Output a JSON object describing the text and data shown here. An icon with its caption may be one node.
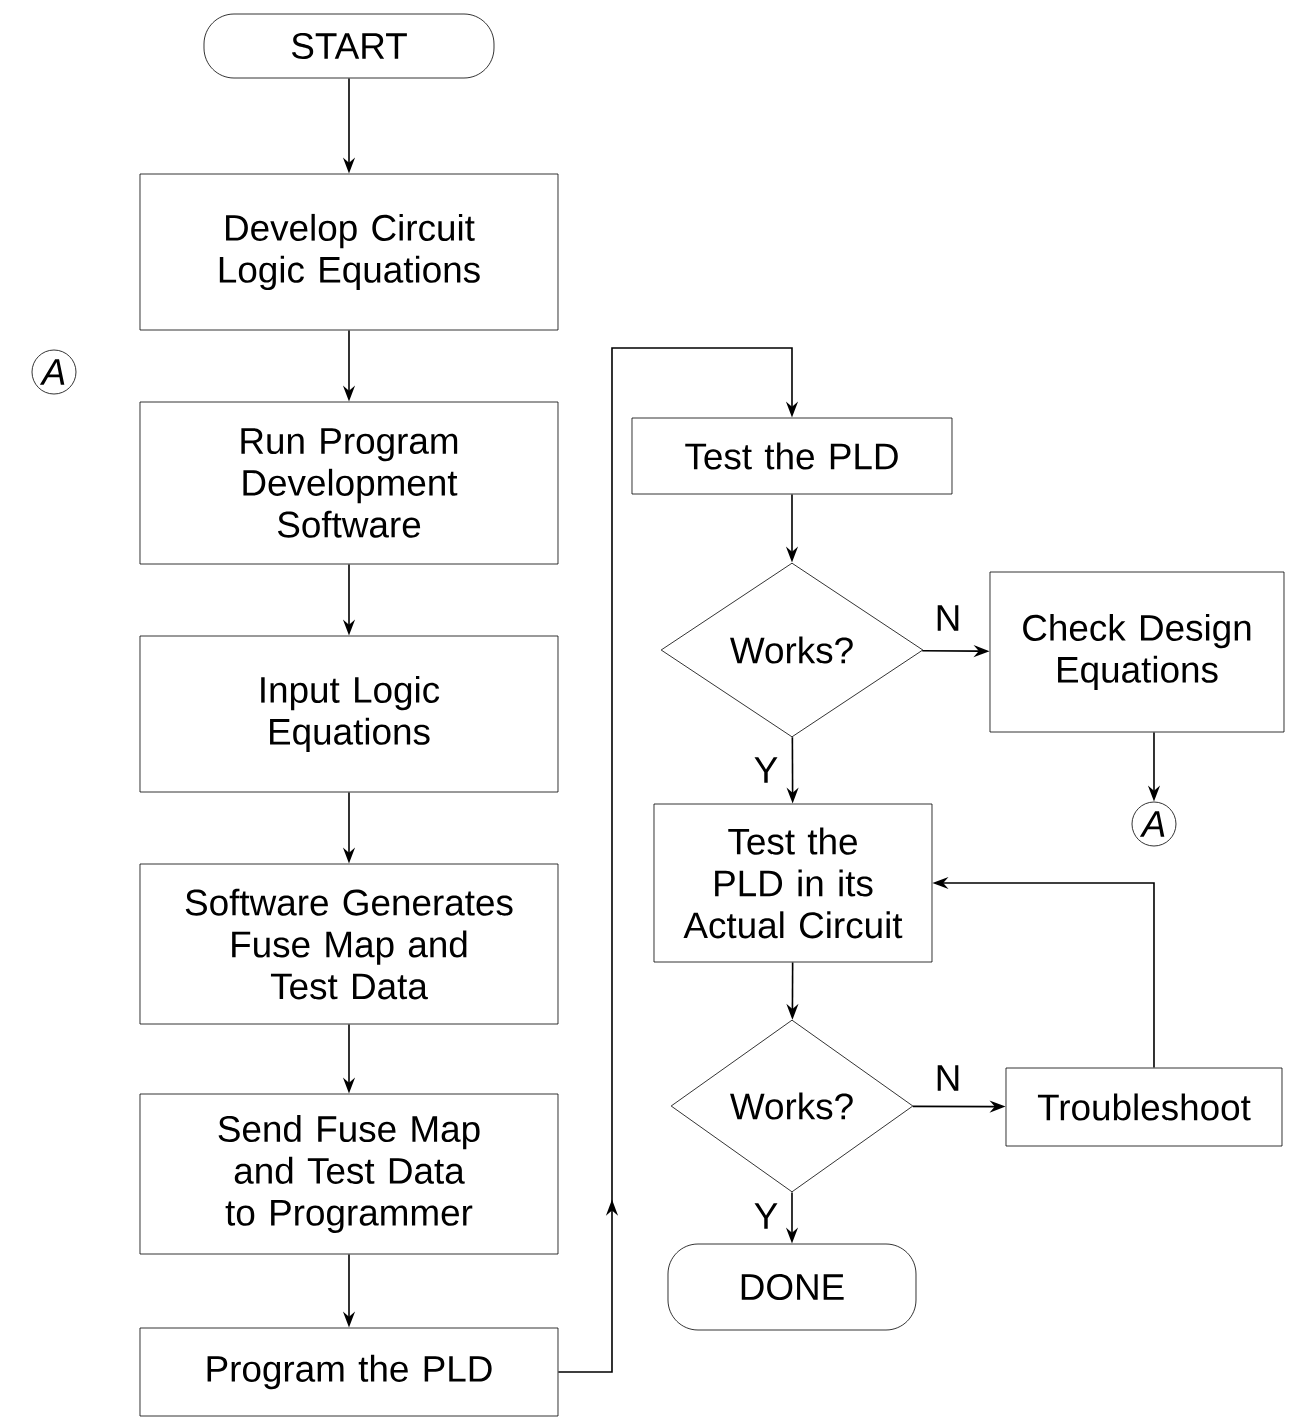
{
  "diagram": {
    "nodes": [
      {
        "text": [
          "START"
        ]
      },
      {
        "text": [
          "Develop Circuit Logic Equations"
        ]
      },
      {
        "text": [
          "A"
        ]
      },
      {
        "text": [
          "Run Program Development Software"
        ]
      },
      {
        "text": [
          "Input Logic Equations"
        ]
      },
      {
        "text": [
          "Software Generates Fuse Map and Test Data"
        ]
      },
      {
        "text": [
          "Send Fuse Map and Test Data to Programmer"
        ]
      },
      {
        "text": [
          "Program the PLD"
        ]
      },
      {
        "text": [
          "Test the PLD"
        ]
      },
      {
        "text": [
          "Works?"
        ]
      },
      {
        "text": [
          "Check Design Equations"
        ]
      },
      {
        "text": [
          "A"
        ]
      },
      {
        "text": [
          "Test the PLD in its Actual Circuit"
        ]
      },
      {
        "text": [
          "Works?"
        ]
      },
      {
        "text": [
          "Troubleshoot"
        ]
      },
      {
        "text": [
          "DONE"
        ]
      }
    ],
    "edges": [
      {
        "from": 0,
        "to": 1,
        "arrow": "to"
      },
      {
        "from": 1,
        "to": 3,
        "arrow": "to"
      },
      {
        "from": 3,
        "to": 4,
        "arrow": "to"
      },
      {
        "from": 4,
        "to": 5,
        "arrow": "to"
      },
      {
        "from": 5,
        "to": 6,
        "arrow": "to"
      },
      {
        "from": 6,
        "to": 7,
        "arrow": "to"
      },
      {
        "from": 7,
        "to": 8,
        "arrow": "to"
      },
      {
        "from": 8,
        "to": 9,
        "arrow": "to"
      },
      {
        "from": 9,
        "to": 10,
        "arrow": "to",
        "label": "N"
      },
      {
        "from": 9,
        "to": 12,
        "arrow": "to",
        "label": "Y"
      },
      {
        "from": 10,
        "to": 11,
        "arrow": "to"
      },
      {
        "from": 12,
        "to": 13,
        "arrow": "to"
      },
      {
        "from": 13,
        "to": 14,
        "arrow": "to",
        "label": "N"
      },
      {
        "from": 13,
        "to": 15,
        "arrow": "to",
        "label": "Y"
      },
      {
        "from": 14,
        "to": 12,
        "arrow": "to"
      }
    ]
  }
}
